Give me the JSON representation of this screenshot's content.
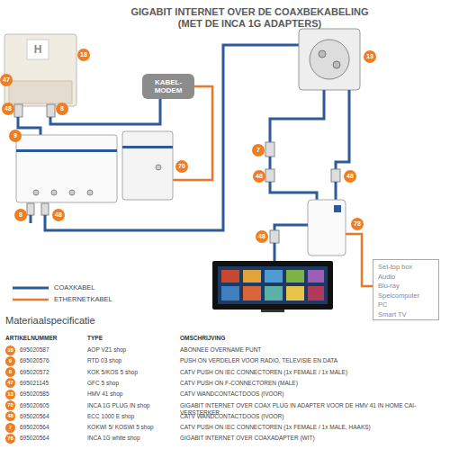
{
  "diagram": {
    "title": "GIGABIT INTERNET OVER DE COAXBEKABELING (MET DE INCA 1G ADAPTERS)",
    "nodes": [
      {
        "text": [
          "KABEL- MODEM"
        ]
      },
      {
        "text": [
          "Set-top box",
          "Audio",
          "Blu-ray",
          "Spelcomputer",
          "PC",
          "Smart TV"
        ]
      }
    ],
    "labels": [
      "18",
      "47",
      "48",
      "8",
      "9",
      "70",
      "8",
      "48",
      "13",
      "7",
      "48",
      "48",
      "78",
      "48",
      "H",
      "Materiaalspecificatie",
      "ARTIKELNUMMER",
      "TYPE",
      "OMSCHRIJVING",
      "18",
      "695020587",
      "AOP VZ1 shop",
      "ABONNEE OVERNAME PUNT",
      "9",
      "695020576",
      "RTD 03 shop",
      "PUSH ON VERDELER VOOR RADIO, TELEVISIE EN DATA",
      "8",
      "695020572",
      "KOK 5/KOS 5 shop",
      "CATV PUSH ON IEC CONNECTOREN (1x FEMALE / 1x MALE)",
      "47",
      "695021145",
      "GFC 5 shop",
      "CATV PUSH ON F-CONNECTOREN (MALE)",
      "13",
      "695020585",
      "HMV 41 shop",
      "CATV WANDCONTACTDOOS (IVOOR)",
      "70",
      "695020605",
      "INCA 1G PLUG IN shop",
      "GIGABIT INTERNET OVER COAX PLUG IN ADAPTER VOOR DE HMV 41 IN HOME CAI-VERSTERKER",
      "48",
      "695020564",
      "ECC 1000 E shop",
      "CATV WANDCONTACTDOOS (IVOOR)",
      "7",
      "695020564",
      "KOKWI 5/ KOSWI 5 shop",
      "CATV PUSH ON IEC CONNECTOREN (1x FEMALE / 1x MALE, HAAKS)",
      "78",
      "695020564",
      "INCA 1G white shop",
      "GIGABIT INTERNET OVER COAXADAPTER (WIT)"
    ],
    "legend": [
      {
        "text": "COAXKABEL"
      },
      {
        "text": "ETHERNETKABEL"
      }
    ]
  }
}
